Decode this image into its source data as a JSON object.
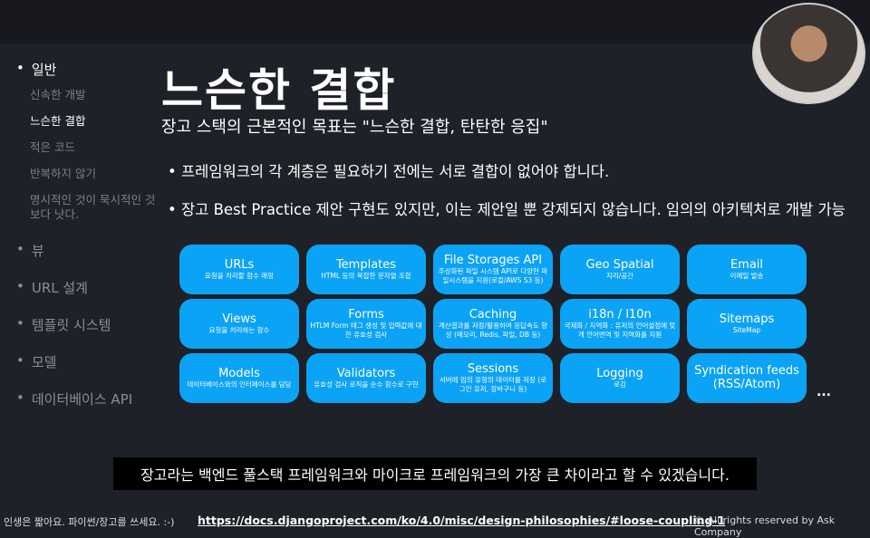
{
  "nav": {
    "sections": [
      {
        "label": "일반",
        "subs": [
          "신속한 개발",
          "느슨한 결합",
          "적은 코드",
          "반복하지 않기",
          "명시적인 것이 묵시적인 것보다 낫다."
        ]
      },
      {
        "label": "뷰"
      },
      {
        "label": "URL 설계"
      },
      {
        "label": "템플릿 시스템"
      },
      {
        "label": "모델"
      },
      {
        "label": "데이터베이스 API"
      }
    ]
  },
  "slide": {
    "title": "느슨한 결합",
    "subtitle": "장고 스택의 근본적인 목표는 \"느슨한 결합, 탄탄한 응집\"",
    "bullets": [
      "프레임워크의 각 계층은 필요하기 전에는 서로 결합이 없어야 합니다.",
      "장고 Best Practice 제안 구현도 있지만, 이는 제안일 뿐 강제되지 않습니다. 임의의 아키텍처로 개발 가능"
    ],
    "cards": [
      {
        "title": "URLs",
        "desc": "요청을 처리할 함수 매핑"
      },
      {
        "title": "Templates",
        "desc": "HTML 등의 복잡한 문자열 조합"
      },
      {
        "title": "File Storages API",
        "desc": "추상화된 파일 시스템 API로 다양한 파일시스템을 지원(로컬/AWS S3 등)"
      },
      {
        "title": "Geo Spatial",
        "desc": "지리/공간"
      },
      {
        "title": "Email",
        "desc": "이메일 발송"
      },
      {
        "title": "Views",
        "desc": "요청을 처리하는 함수"
      },
      {
        "title": "Forms",
        "desc": "HTLM Form 태그 생성 및 입력값에 대한 유효성 검사"
      },
      {
        "title": "Caching",
        "desc": "계산결과를 저장/활용하여 응답속도 향상 (메모리, Redis, 파일, DB 등)"
      },
      {
        "title": "i18n / l10n",
        "desc": "국제화 / 지역화 : 유저의 언어설정에 맞게 언어번역 및 지역화를 지원"
      },
      {
        "title": "Sitemaps",
        "desc": "SiteMap"
      },
      {
        "title": "Models",
        "desc": "데이터베이스와의 인터페이스를 담당"
      },
      {
        "title": "Validators",
        "desc": "유효성 검사 로직을 순수 함수로 구현"
      },
      {
        "title": "Sessions",
        "desc": "서버에 임의 유형의 데이터를 저장 (로그인 유저, 장바구니 등)"
      },
      {
        "title": "Logging",
        "desc": "로깅"
      },
      {
        "title": "Syndication feeds",
        "desc": "(RSS/Atom)"
      }
    ],
    "more": "..."
  },
  "caption": "장고라는 백엔드 풀스택 프레임워크와 마이크로 프레임워크의 가장 큰 차이라고 할 수 있겠습니다.",
  "footer": {
    "left": "인생은 짧아요. 파이썬/장고를 쓰세요. :-)",
    "link": "https://docs.djangoproject.com/ko/4.0/misc/design-philosophies/#loose-coupling-1",
    "right": "©  All rights reserved by Ask Company"
  },
  "colors": {
    "card": "#0ba3f5",
    "background": "#1e2128"
  }
}
